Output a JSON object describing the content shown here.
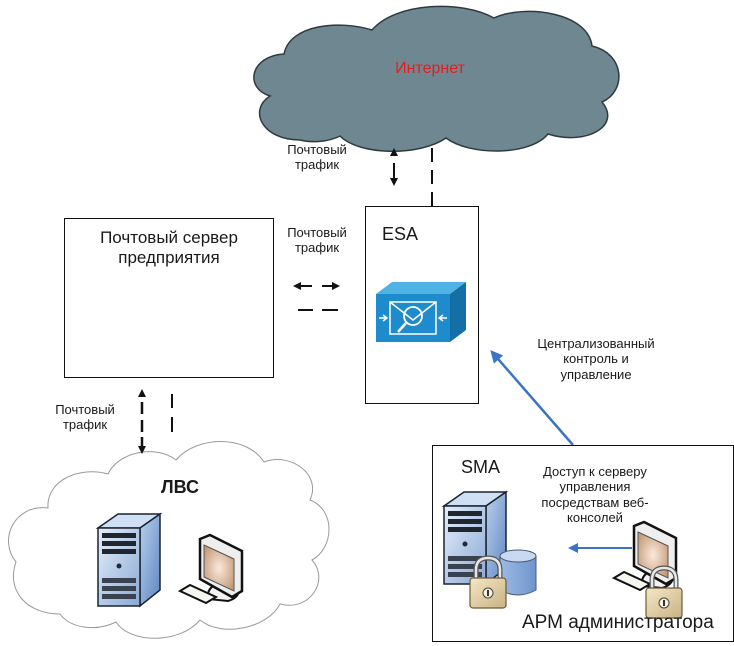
{
  "internet_cloud": {
    "label": "Интернет",
    "fill": "#6f8790",
    "label_color": "#e02020"
  },
  "lan_cloud": {
    "label": "ЛВС"
  },
  "mail_server_box": {
    "title_line1": "Почтовый сервер",
    "title_line2": "предприятия"
  },
  "esa_box": {
    "title": "ESA",
    "appliance_color": "#1e8ccc"
  },
  "sma_box": {
    "title": "SMA",
    "access_line1": "Доступ к серверу",
    "access_line2": "управления",
    "access_line3": "посредствам веб-",
    "access_line4": "консолей",
    "admin_label": "АРМ администратора"
  },
  "labels": {
    "traffic_internet": {
      "line1": "Почтовый",
      "line2": "трафик"
    },
    "traffic_server": {
      "line1": "Почтовый",
      "line2": "трафик"
    },
    "traffic_lan": {
      "line1": "Почтовый",
      "line2": "трафик"
    },
    "central_control": {
      "line1": "Централизованный",
      "line2": "контроль и",
      "line3": "управление"
    }
  },
  "colors": {
    "arrow_blue": "#3b74c4",
    "line": "#111111"
  }
}
